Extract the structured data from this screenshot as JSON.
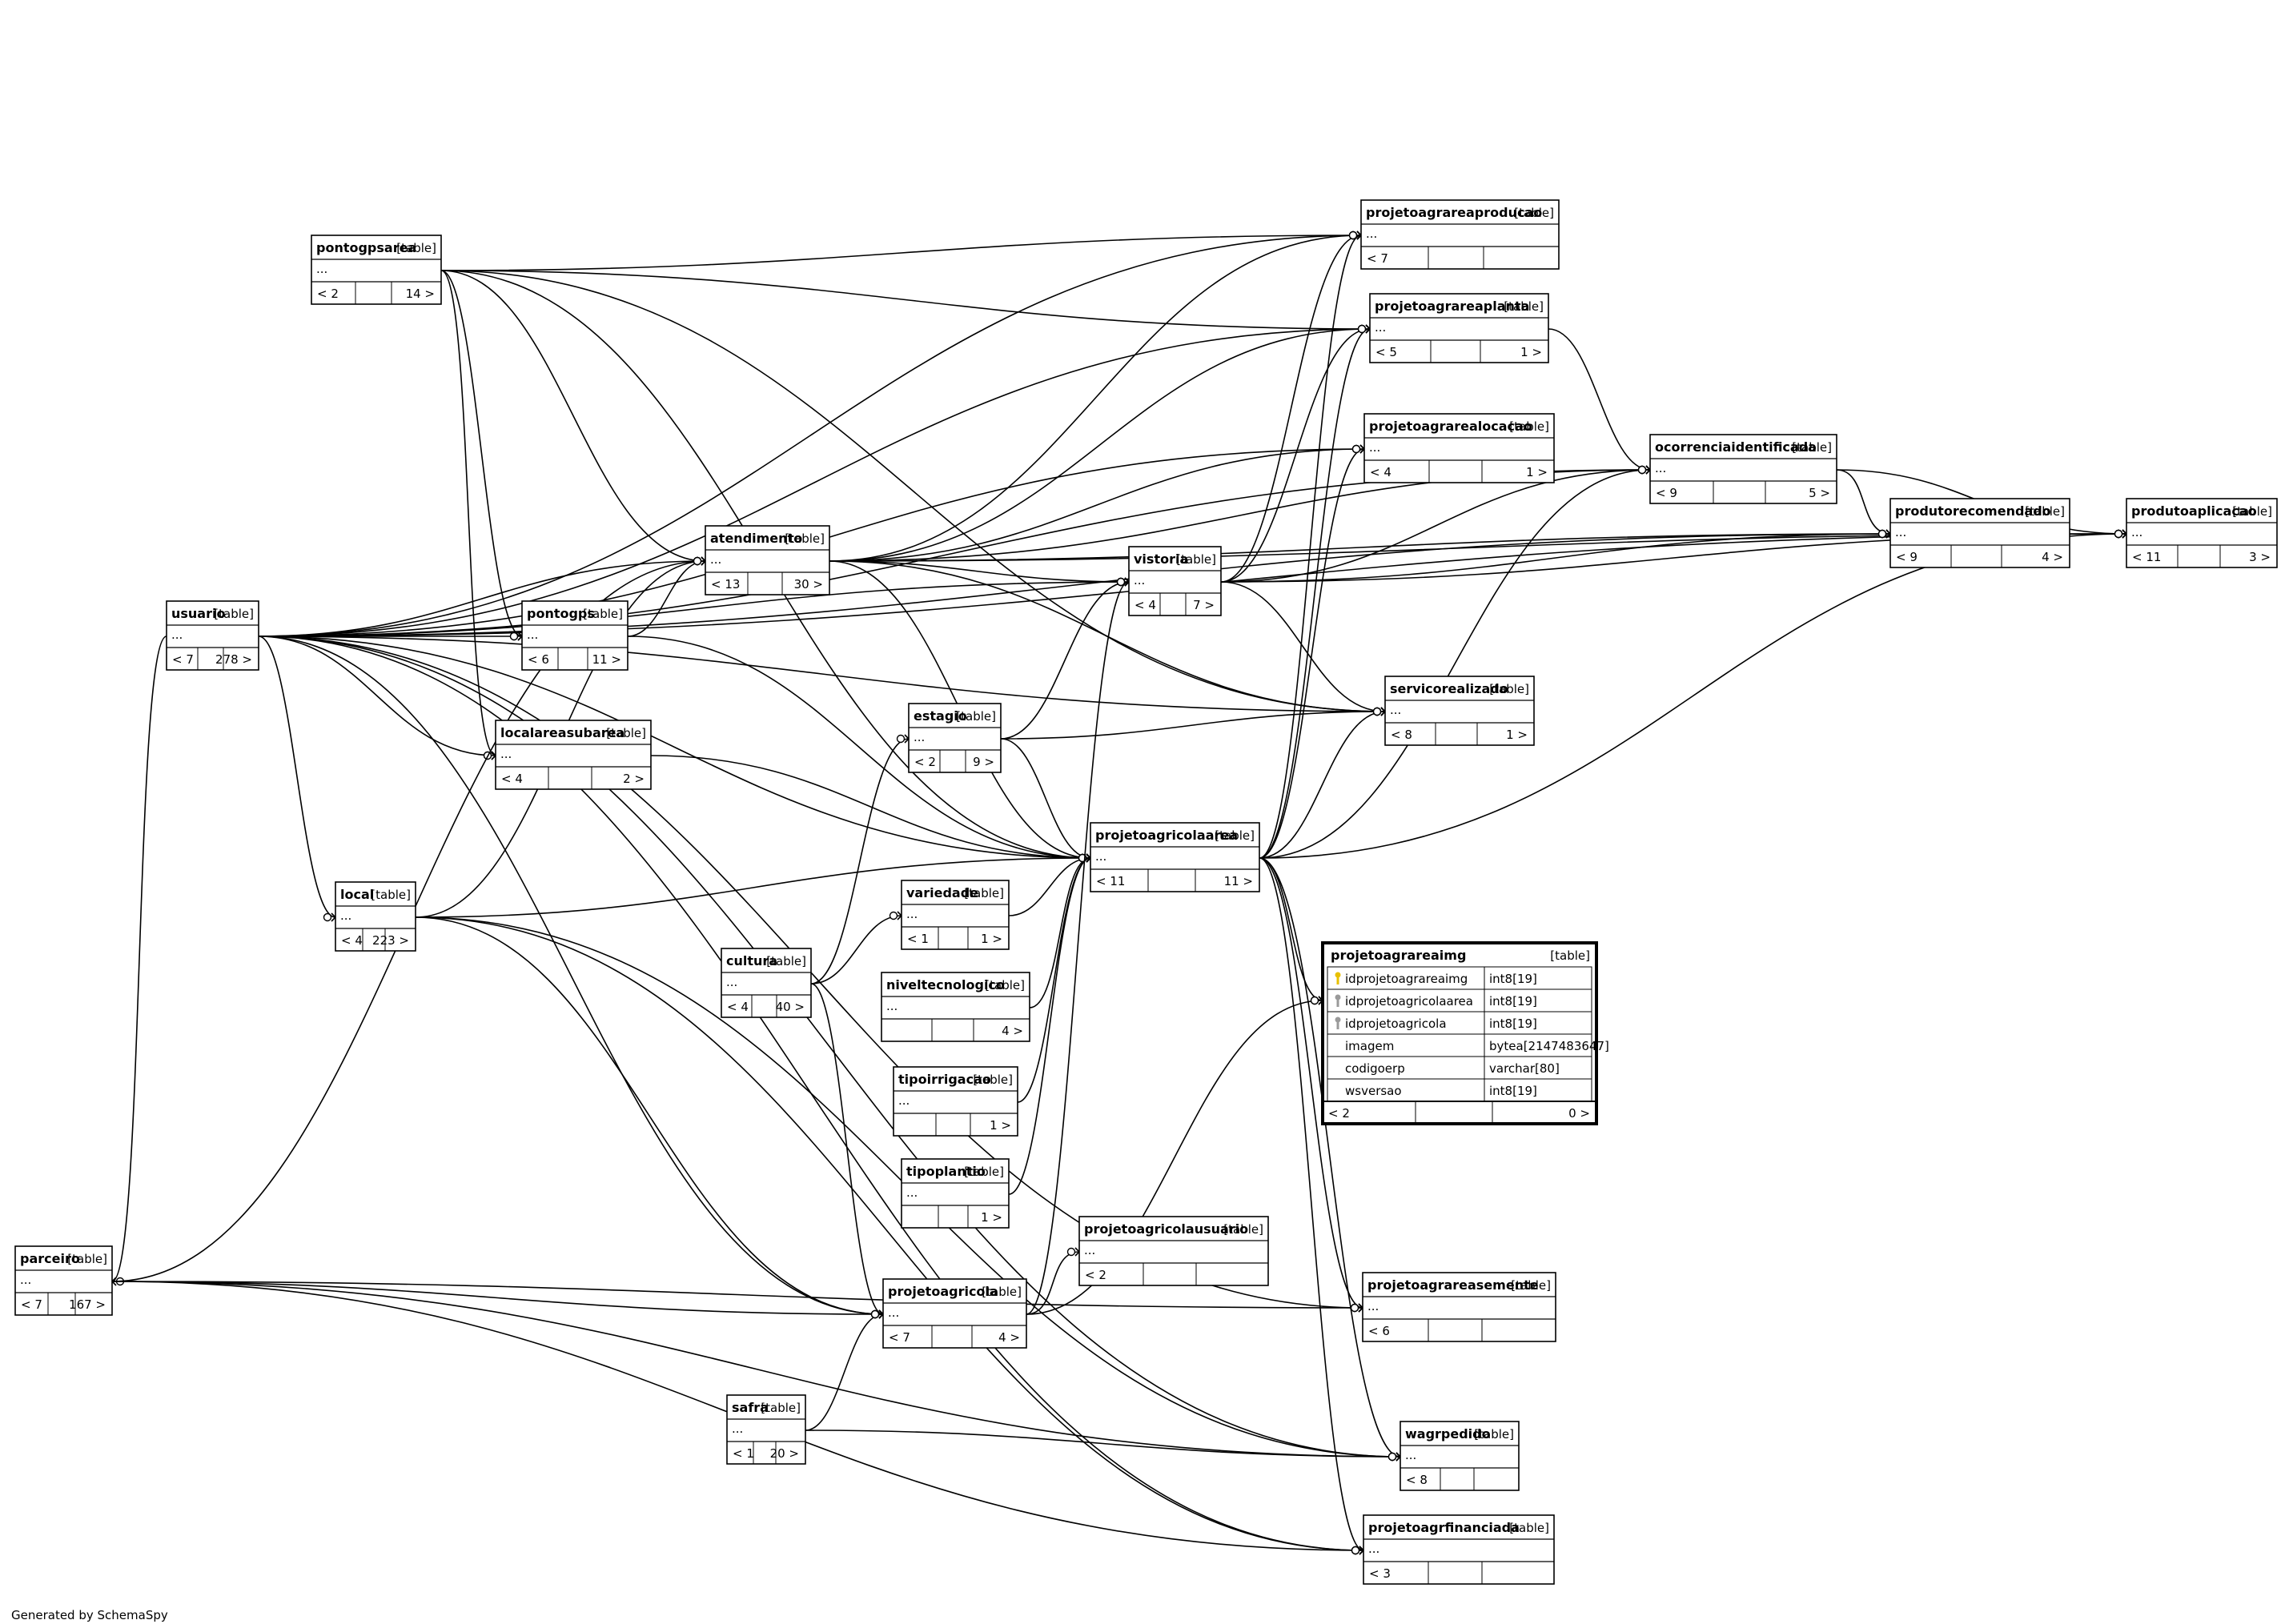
{
  "diagram": {
    "footer": "Generated by SchemaSpy",
    "tag": "[table]",
    "tables": [
      {
        "id": "pontogpsarea",
        "name": "pontogpsarea",
        "dots": "...",
        "nav": [
          "< 2",
          "",
          "14 >"
        ]
      },
      {
        "id": "usuario",
        "name": "usuario",
        "dots": "...",
        "nav": [
          "< 7",
          "",
          "278 >"
        ]
      },
      {
        "id": "pontogps",
        "name": "pontogps",
        "dots": "...",
        "nav": [
          "< 6",
          "",
          "11 >"
        ]
      },
      {
        "id": "localareasubarea",
        "name": "localareasubarea",
        "dots": "...",
        "nav": [
          "< 4",
          "",
          "2 >"
        ]
      },
      {
        "id": "local",
        "name": "local",
        "dots": "...",
        "nav": [
          "< 4",
          "",
          "223 >"
        ]
      },
      {
        "id": "parceiro",
        "name": "parceiro",
        "dots": "...",
        "nav": [
          "< 7",
          "",
          "167 >"
        ]
      },
      {
        "id": "atendimento",
        "name": "atendimento",
        "dots": "...",
        "nav": [
          "< 13",
          "",
          "30 >"
        ]
      },
      {
        "id": "estagio",
        "name": "estagio",
        "dots": "...",
        "nav": [
          "< 2",
          "",
          "9 >"
        ]
      },
      {
        "id": "variedade",
        "name": "variedade",
        "dots": "...",
        "nav": [
          "< 1",
          "",
          "1 >"
        ]
      },
      {
        "id": "cultura",
        "name": "cultura",
        "dots": "...",
        "nav": [
          "< 4",
          "",
          "40 >"
        ]
      },
      {
        "id": "niveltecnologico",
        "name": "niveltecnologico",
        "dots": "...",
        "nav": [
          "",
          "",
          "4 >"
        ]
      },
      {
        "id": "tipoirrigacao",
        "name": "tipoirrigacao",
        "dots": "...",
        "nav": [
          "",
          "",
          "1 >"
        ]
      },
      {
        "id": "tipoplantio",
        "name": "tipoplantio",
        "dots": "...",
        "nav": [
          "",
          "",
          "1 >"
        ]
      },
      {
        "id": "safra",
        "name": "safra",
        "dots": "...",
        "nav": [
          "< 1",
          "",
          "20 >"
        ]
      },
      {
        "id": "projetoagricola",
        "name": "projetoagricola",
        "dots": "...",
        "nav": [
          "< 7",
          "",
          "4 >"
        ]
      },
      {
        "id": "projetoagricolausuario",
        "name": "projetoagricolausuario",
        "dots": "...",
        "nav": [
          "< 2",
          "",
          ""
        ]
      },
      {
        "id": "vistoria",
        "name": "vistoria",
        "dots": "...",
        "nav": [
          "< 4",
          "",
          "7 >"
        ]
      },
      {
        "id": "projetoagricolaarea",
        "name": "projetoagricolaarea",
        "dots": "...",
        "nav": [
          "< 11",
          "",
          "11 >"
        ]
      },
      {
        "id": "projetoagrareaproducao",
        "name": "projetoagrareaproducao",
        "dots": "...",
        "nav": [
          "< 7",
          "",
          ""
        ]
      },
      {
        "id": "projetoagrareaplanta",
        "name": "projetoagrareaplanta",
        "dots": "...",
        "nav": [
          "< 5",
          "",
          "1 >"
        ]
      },
      {
        "id": "projetoagrarealocacao",
        "name": "projetoagrarealocacao",
        "dots": "...",
        "nav": [
          "< 4",
          "",
          "1 >"
        ]
      },
      {
        "id": "servicorealizado",
        "name": "servicorealizado",
        "dots": "...",
        "nav": [
          "< 8",
          "",
          "1 >"
        ]
      },
      {
        "id": "ocorrenciaidentificada",
        "name": "ocorrenciaidentificada",
        "dots": "...",
        "nav": [
          "< 9",
          "",
          "5 >"
        ]
      },
      {
        "id": "produtorecomendado",
        "name": "produtorecomendado",
        "dots": "...",
        "nav": [
          "< 9",
          "",
          "4 >"
        ]
      },
      {
        "id": "produtoaplicacao",
        "name": "produtoaplicacao",
        "dots": "...",
        "nav": [
          "< 11",
          "",
          "3 >"
        ]
      },
      {
        "id": "projetoagrareasemente",
        "name": "projetoagrareasemente",
        "dots": "...",
        "nav": [
          "< 6",
          "",
          ""
        ]
      },
      {
        "id": "wagrpedido",
        "name": "wagrpedido",
        "dots": "...",
        "nav": [
          "< 8",
          "",
          ""
        ]
      },
      {
        "id": "projetoagrfinanciada",
        "name": "projetoagrfinanciada",
        "dots": "...",
        "nav": [
          "< 3",
          "",
          ""
        ]
      }
    ],
    "focus": {
      "name": "projetoagrareaimg",
      "tag": "[table]",
      "key_colors": {
        "pk": "#e8c000",
        "fk": "#9a9a9a"
      },
      "columns": [
        {
          "name": "idprojetoagrareaimg",
          "type": "int8[19]",
          "key": "pk"
        },
        {
          "name": "idprojetoagricolaarea",
          "type": "int8[19]",
          "key": "fk"
        },
        {
          "name": "idprojetoagricola",
          "type": "int8[19]",
          "key": "fk"
        },
        {
          "name": "imagem",
          "type": "bytea[2147483647]",
          "key": ""
        },
        {
          "name": "codigoerp",
          "type": "varchar[80]",
          "key": ""
        },
        {
          "name": "wsversao",
          "type": "int8[19]",
          "key": ""
        }
      ],
      "nav": [
        "< 2",
        "",
        "0 >"
      ]
    },
    "relations": [
      [
        "usuario",
        "parceiro"
      ],
      [
        "usuario",
        "pontogps"
      ],
      [
        "usuario",
        "atendimento"
      ],
      [
        "usuario",
        "localareasubarea"
      ],
      [
        "usuario",
        "local"
      ],
      [
        "usuario",
        "projetoagricola"
      ],
      [
        "usuario",
        "projetoagrareaproducao"
      ],
      [
        "usuario",
        "projetoagrareaplanta"
      ],
      [
        "usuario",
        "projetoagrarealocacao"
      ],
      [
        "usuario",
        "vistoria"
      ],
      [
        "usuario",
        "servicorealizado"
      ],
      [
        "usuario",
        "ocorrenciaidentificada"
      ],
      [
        "usuario",
        "produtorecomendado"
      ],
      [
        "usuario",
        "produtoaplicacao"
      ],
      [
        "usuario",
        "projetoagrareasemente"
      ],
      [
        "usuario",
        "wagrpedido"
      ],
      [
        "usuario",
        "projetoagrfinanciada"
      ],
      [
        "usuario",
        "projetoagricolaarea"
      ],
      [
        "pontogpsarea",
        "pontogps"
      ],
      [
        "pontogpsarea",
        "localareasubarea"
      ],
      [
        "pontogpsarea",
        "atendimento"
      ],
      [
        "pontogpsarea",
        "projetoagrareaproducao"
      ],
      [
        "pontogpsarea",
        "projetoagrareaplanta"
      ],
      [
        "pontogpsarea",
        "projetoagricolaarea"
      ],
      [
        "pontogpsarea",
        "servicorealizado"
      ],
      [
        "pontogps",
        "atendimento"
      ],
      [
        "pontogps",
        "projetoagricolaarea"
      ],
      [
        "localareasubarea",
        "projetoagricolaarea"
      ],
      [
        "local",
        "atendimento"
      ],
      [
        "local",
        "projetoagricola"
      ],
      [
        "local",
        "projetoagricolaarea"
      ],
      [
        "local",
        "wagrpedido"
      ],
      [
        "local",
        "projetoagrfinanciada"
      ],
      [
        "parceiro",
        "projetoagricola"
      ],
      [
        "parceiro",
        "atendimento"
      ],
      [
        "parceiro",
        "projetoagrareasemente"
      ],
      [
        "parceiro",
        "wagrpedido"
      ],
      [
        "parceiro",
        "projetoagrfinanciada"
      ],
      [
        "atendimento",
        "vistoria"
      ],
      [
        "atendimento",
        "projetoagrareaproducao"
      ],
      [
        "atendimento",
        "projetoagrareaplanta"
      ],
      [
        "atendimento",
        "projetoagrarealocacao"
      ],
      [
        "atendimento",
        "servicorealizado"
      ],
      [
        "atendimento",
        "ocorrenciaidentificada"
      ],
      [
        "atendimento",
        "produtorecomendado"
      ],
      [
        "atendimento",
        "produtoaplicacao"
      ],
      [
        "atendimento",
        "projetoagricolaarea"
      ],
      [
        "estagio",
        "projetoagricolaarea"
      ],
      [
        "estagio",
        "vistoria"
      ],
      [
        "estagio",
        "servicorealizado"
      ],
      [
        "cultura",
        "variedade"
      ],
      [
        "cultura",
        "estagio"
      ],
      [
        "cultura",
        "projetoagricola"
      ],
      [
        "variedade",
        "projetoagricolaarea"
      ],
      [
        "niveltecnologico",
        "projetoagricolaarea"
      ],
      [
        "tipoirrigacao",
        "projetoagricolaarea"
      ],
      [
        "tipoplantio",
        "projetoagricolaarea"
      ],
      [
        "safra",
        "projetoagricola"
      ],
      [
        "safra",
        "wagrpedido"
      ],
      [
        "projetoagricola",
        "projetoagricolausuario"
      ],
      [
        "projetoagricola",
        "projetoagrareaimg"
      ],
      [
        "projetoagricola",
        "vistoria"
      ],
      [
        "projetoagricolaarea",
        "projetoagrareaimg"
      ],
      [
        "projetoagricolaarea",
        "projetoagrareaproducao"
      ],
      [
        "projetoagricolaarea",
        "projetoagrareaplanta"
      ],
      [
        "projetoagricolaarea",
        "projetoagrarealocacao"
      ],
      [
        "projetoagricolaarea",
        "servicorealizado"
      ],
      [
        "projetoagricolaarea",
        "ocorrenciaidentificada"
      ],
      [
        "projetoagricolaarea",
        "projetoagrareasemente"
      ],
      [
        "projetoagricolaarea",
        "wagrpedido"
      ],
      [
        "projetoagricolaarea",
        "projetoagrfinanciada"
      ],
      [
        "projetoagricolaarea",
        "produtoaplicacao"
      ],
      [
        "vistoria",
        "projetoagrareaproducao"
      ],
      [
        "vistoria",
        "projetoagrareaplanta"
      ],
      [
        "vistoria",
        "servicorealizado"
      ],
      [
        "vistoria",
        "ocorrenciaidentificada"
      ],
      [
        "vistoria",
        "produtorecomendado"
      ],
      [
        "vistoria",
        "produtoaplicacao"
      ],
      [
        "projetoagrareaplanta",
        "ocorrenciaidentificada"
      ],
      [
        "ocorrenciaidentificada",
        "produtorecomendado"
      ],
      [
        "ocorrenciaidentificada",
        "produtoaplicacao"
      ],
      [
        "produtorecomendado",
        "produtoaplicacao"
      ]
    ]
  }
}
